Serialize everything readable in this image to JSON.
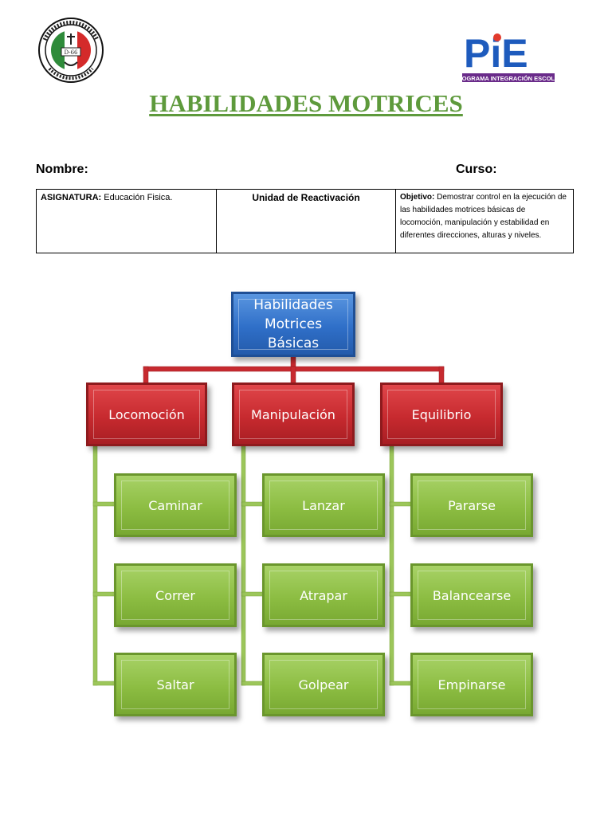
{
  "header": {
    "title": "HABILIDADES MOTRICES",
    "nombre_label": "Nombre:",
    "curso_label": "Curso:",
    "seal_text": "ESCUELA REPUBLICA DE ITALIA ANTOFAGASTA D-66",
    "pie_logo_text": "PIE",
    "pie_logo_subtitle": "PROGRAMA INTEGRACIÓN ESCOLAR"
  },
  "info_table": {
    "asignatura_label": "ASIGNATURA:",
    "asignatura_value": " Educación Fisica.",
    "unidad": "Unidad de Reactivación",
    "objetivo_label": "Objetivo:",
    "objetivo_value": " Demostrar control en la ejecución de las habilidades motrices básicas de locomoción, manipulación y estabilidad en diferentes direcciones, alturas y niveles."
  },
  "diagram": {
    "root": [
      "Habilidades",
      "Motrices",
      "Básicas"
    ],
    "categories": [
      {
        "label": "Locomoción",
        "items": [
          "Caminar",
          "Correr",
          "Saltar"
        ]
      },
      {
        "label": "Manipulación",
        "items": [
          "Lanzar",
          "Atrapar",
          "Golpear"
        ]
      },
      {
        "label": "Equilibrio",
        "items": [
          "Pararse",
          "Balancearse",
          "Empinarse"
        ]
      }
    ]
  },
  "colors": {
    "title": "#5e9a3c",
    "root": "#2f6fc8",
    "category": "#c72a2f",
    "item": "#8cbd42",
    "connector_red": "#c72a2f",
    "connector_green": "#9cc65a"
  }
}
